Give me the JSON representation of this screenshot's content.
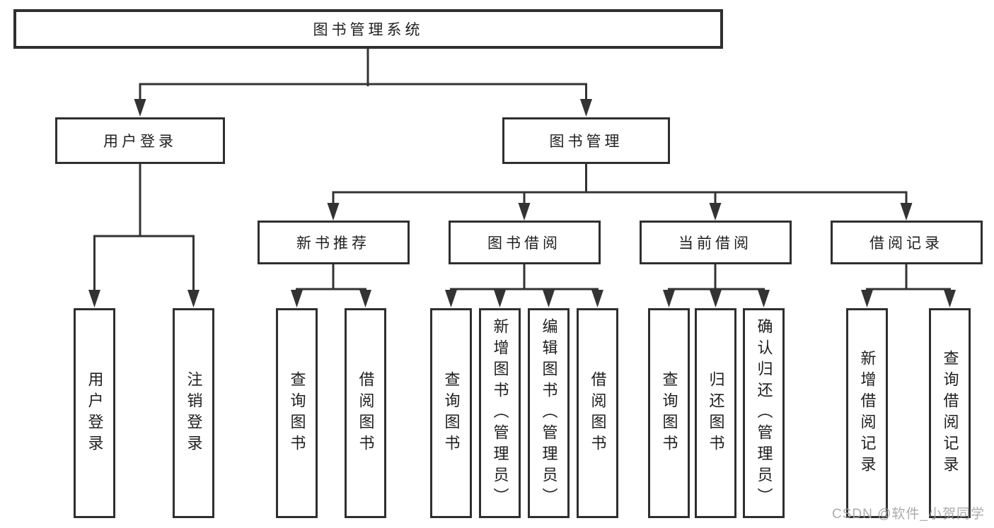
{
  "colors": {
    "line": "#333333",
    "box_border": "#2f2f2f",
    "box_background": "#ffffff",
    "text": "#1f1f1f",
    "watermark": "#a3a3a3"
  },
  "tree": {
    "root": {
      "label": "图书管理系统"
    },
    "level2": [
      {
        "label": "用户登录"
      },
      {
        "label": "图书管理"
      }
    ],
    "level3": [
      {
        "label": "新书推荐"
      },
      {
        "label": "图书借阅"
      },
      {
        "label": "当前借阅"
      },
      {
        "label": "借阅记录"
      }
    ],
    "leaves": {
      "user_login": [
        {
          "label": "用户登录"
        },
        {
          "label": "注销登录"
        }
      ],
      "new_book_recommend": [
        {
          "label": "查询图书"
        },
        {
          "label": "借阅图书"
        }
      ],
      "book_borrow": [
        {
          "label": "查询图书"
        },
        {
          "label": "新增图书（管理员）"
        },
        {
          "label": "编辑图书（管理员）"
        },
        {
          "label": "借阅图书"
        }
      ],
      "current_borrow": [
        {
          "label": "查询图书"
        },
        {
          "label": "归还图书"
        },
        {
          "label": "确认归还（管理员）"
        }
      ],
      "borrow_record": [
        {
          "label": "新增借阅记录"
        },
        {
          "label": "查询借阅记录"
        }
      ]
    }
  },
  "watermark": {
    "text": "CSDN @软件_小贺同学"
  }
}
